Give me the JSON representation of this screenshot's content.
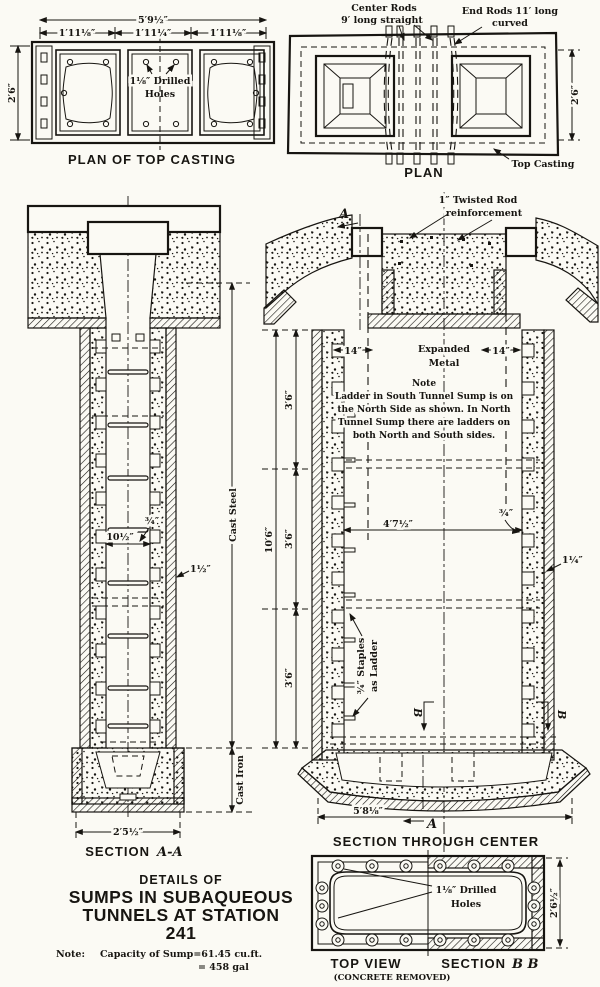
{
  "plan_top_casting": {
    "caption": "PLAN OF TOP CASTING",
    "drilled_holes": {
      "line1": "1⅛″ Drilled",
      "line2": "Holes"
    },
    "dims": {
      "total_width": "5′9½″",
      "left": "1′11⅛″",
      "center": "1′11¼″",
      "right": "1′11⅛″",
      "height": "2′6″"
    }
  },
  "plan": {
    "caption": "PLAN",
    "center_rods": {
      "line1": "Center Rods",
      "line2": "9′ long straight"
    },
    "end_rods": {
      "line1": "End Rods 11′ long",
      "line2": "curved"
    },
    "top_casting_label": "Top Casting",
    "dims": {
      "height": "2′6″"
    }
  },
  "section_aa": {
    "caption_word": "SECTION",
    "caption_letters": "A-A",
    "cast_steel": "Cast Steel",
    "cast_iron": "Cast Iron",
    "dims": {
      "inner_width": "10½″",
      "staple": "¾″",
      "wall": "1½″",
      "bottom_width": "2′5½″"
    }
  },
  "section_center": {
    "caption": "SECTION THROUGH CENTER",
    "twisted_rod": {
      "line1": "1″ Twisted Rod",
      "line2": "reinforcement"
    },
    "expanded_metal": {
      "line1": "Expanded",
      "line2": "Metal"
    },
    "note": {
      "heading": "Note",
      "lines": [
        "Ladder in South Tunnel Sump is on",
        "the North Side as shown.  In North",
        "Tunnel Sump there are ladders on",
        "both North and South sides."
      ]
    },
    "staples_label": {
      "line1": "¾″ Staples",
      "line2": "as Ladder"
    },
    "cut_a": "A",
    "cut_b": "B",
    "dims": {
      "left_14": "14″",
      "right_14": "14″",
      "overall_height": "10′6″",
      "segments": [
        "3′6″",
        "3′6″",
        "3′6″"
      ],
      "inner_width": "4′7½″",
      "staple": "¾″",
      "wall": "1¼″",
      "bottom_width": "5′8⅛″"
    }
  },
  "bottom_view": {
    "caption_left": "TOP VIEW",
    "caption_left_sub": "(CONCRETE REMOVED)",
    "caption_right_word": "SECTION",
    "caption_right_letters": "B B",
    "drilled_holes": {
      "line1": "1⅛″ Drilled",
      "line2": "Holes"
    },
    "dims": {
      "height": "2′6½″"
    }
  },
  "title_block": {
    "line1": "DETAILS OF",
    "line2": "SUMPS IN SUBAQUEOUS",
    "line3": "TUNNELS AT STATION",
    "line4": "241",
    "note_label": "Note:",
    "note_line1": "Capacity of Sump=61.45 cu.ft.",
    "note_line2": "=  458 gal"
  }
}
